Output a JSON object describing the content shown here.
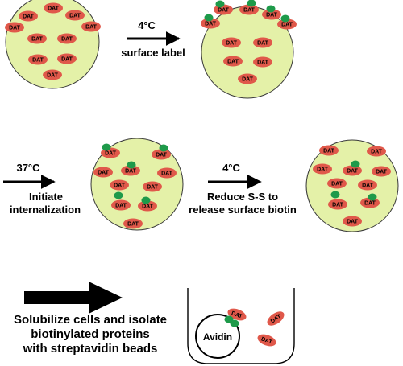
{
  "protein_label": "DAT",
  "colors": {
    "cell_fill": "#e4f1a8",
    "cell_stroke": "#3a3a3a",
    "dat_fill": "#e0584a",
    "biotin_fill": "#1e9a4a",
    "arrow": "#000000"
  },
  "steps": {
    "step1": {
      "temp": "4°C",
      "action": "surface label"
    },
    "step2": {
      "temp": "37°C",
      "action_line1": "Initiate",
      "action_line2": "internalization"
    },
    "step3": {
      "temp": "4°C",
      "action_line1": "Reduce S-S to",
      "action_line2": "release surface biotin"
    },
    "step4": {
      "line1": "Solubilize cells and isolate",
      "line2": "biotinylated proteins",
      "line3": "with streptavidin beads"
    }
  },
  "bead_label": "Avidin"
}
